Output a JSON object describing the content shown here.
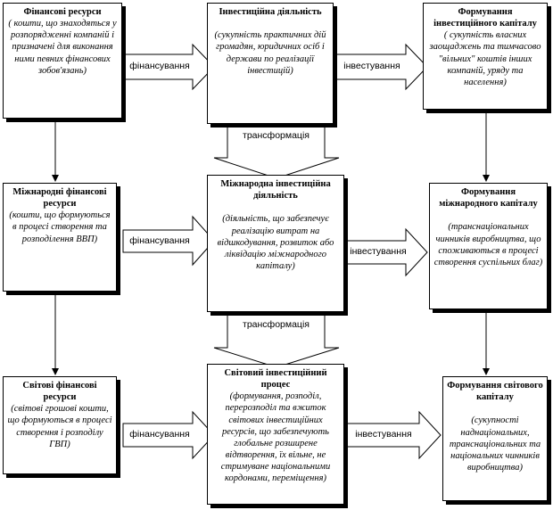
{
  "rows": [
    {
      "left": {
        "title": "Фінансові ресурси",
        "desc": "( кошти, що знаходяться у розпорядженні компаній і призначені для виконання ними певних фінансових зобов'язань)"
      },
      "mid": {
        "title": "Інвестиційна діяльність",
        "desc": "(сукупність практичних дій громадян, юридичних осіб і держави по реалізації інвестицій)"
      },
      "right": {
        "title": "Формування інвестиційного капіталу",
        "desc": "( сукупність власних заощаджень та тимчасово \"вільних\" коштів інших компаній, уряду та населення)"
      },
      "arrow_left": "фінансування",
      "arrow_right": "інвестування"
    },
    {
      "left": {
        "title": "Міжнародні фінансові ресурси",
        "desc": "(кошти, що формуються в процесі створення та розподілення ВВП)"
      },
      "mid": {
        "title": "Міжнародна інвестиційна діяльність",
        "desc": "(діяльність, що забезпечує реалізацію витрат на відшкодування, розвиток або ліквідацію міжнародного капіталу)"
      },
      "right": {
        "title": "Формування міжнародного капіталу",
        "desc": "(транснаціональних чинників виробництва, що споживаються в процесі створення суспільних благ)"
      },
      "arrow_left": "фінансування",
      "arrow_right": "інвестування"
    },
    {
      "left": {
        "title": "Світові фінансові ресурси",
        "desc": "(світові грошові кошти, що формуються в процесі створення і розподілу ГВП)"
      },
      "mid": {
        "title": "Світовий інвестиційний процес",
        "desc": "(формування, розподіл, перерозподіл та вжиток світових інвестиційних ресурсів, що забезпечують глобальне розширене відтворення, їх вільне, не стримуване національними кордонами, переміщення)"
      },
      "right": {
        "title": "Формування світового капіталу",
        "desc": "(сукупності наднаціональних, транснаціональних та національних чинників виробництва)"
      },
      "arrow_left": "фінансування",
      "arrow_right": "інвестування"
    }
  ],
  "transform_label": "трансформація"
}
